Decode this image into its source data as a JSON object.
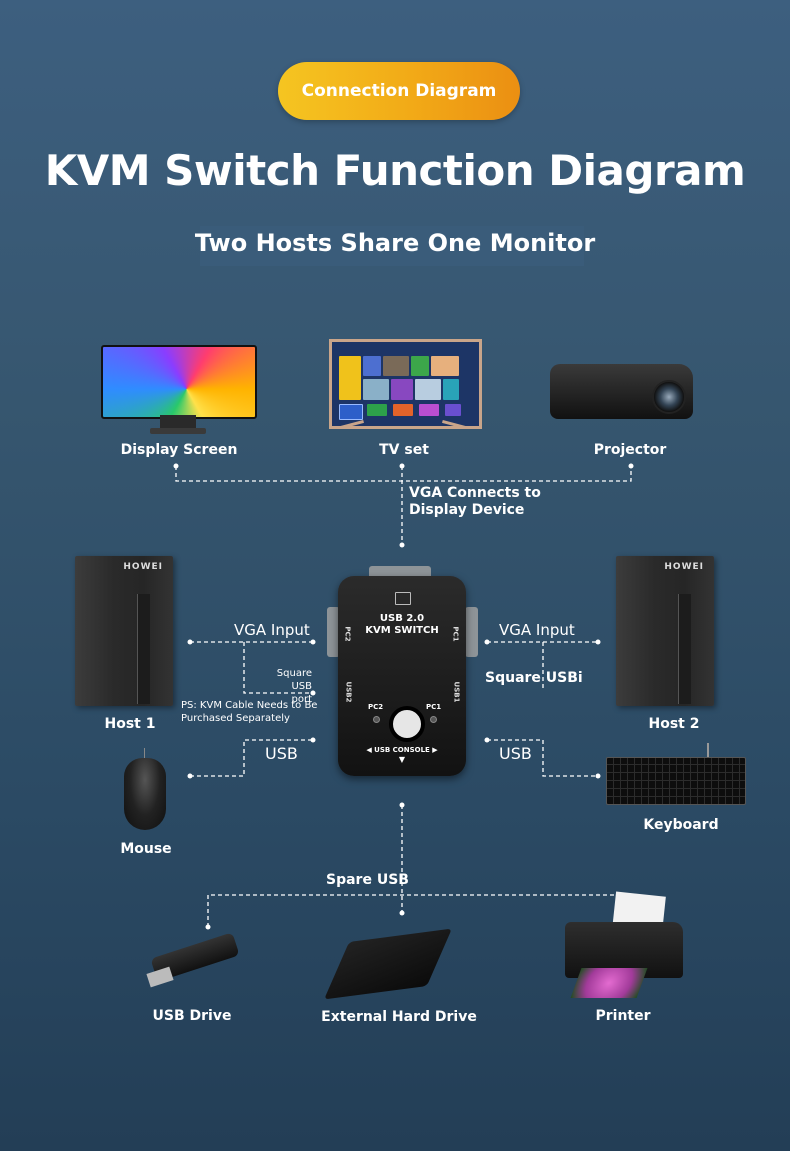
{
  "header": {
    "badge": "Connection Diagram",
    "title": "KVM Switch Function Diagram",
    "subtitle": "Two Hosts Share One Monitor"
  },
  "colors": {
    "background_top": "#3d5f7f",
    "background_bottom": "#233e56",
    "badge_start": "#f5c521",
    "badge_end": "#eb8f12",
    "line": "#ffffff"
  },
  "display_devices": [
    {
      "label": "Display Screen",
      "icon": "monitor-icon"
    },
    {
      "label": "TV set",
      "icon": "tv-icon"
    },
    {
      "label": "Projector",
      "icon": "projector-icon"
    }
  ],
  "vga_output_note": [
    "VGA Connects to",
    "Display Device"
  ],
  "kvm": {
    "line1": "USB 2.0",
    "line2": "KVM SWITCH",
    "left_port_vga": "PC2",
    "right_port_vga": "PC1",
    "left_port_usb": "USB2",
    "right_port_usb": "USB1",
    "led_left": "PC2",
    "led_right": "PC1",
    "console_label": "USB CONSOLE",
    "brand_on_hosts": "HOWEI"
  },
  "hosts": [
    {
      "label": "Host 1",
      "icon": "pc-tower-icon"
    },
    {
      "label": "Host 2",
      "icon": "pc-tower-icon"
    }
  ],
  "left_connections": {
    "vga": "VGA Input",
    "usb_port": [
      "Square USB",
      "port"
    ],
    "note": [
      "PS: KVM Cable Needs to Be",
      "Purchased Separately"
    ],
    "usb": "USB"
  },
  "right_connections": {
    "vga": "VGA Input",
    "usb_port": "Square USBi",
    "usb": "USB"
  },
  "peripherals": [
    {
      "label": "Mouse",
      "icon": "mouse-icon"
    },
    {
      "label": "Keyboard",
      "icon": "keyboard-icon"
    }
  ],
  "spare_usb": {
    "label": "Spare USB",
    "devices": [
      {
        "label": "USB Drive",
        "icon": "usb-drive-icon"
      },
      {
        "label": "External Hard Drive",
        "icon": "hard-drive-icon"
      },
      {
        "label": "Printer",
        "icon": "printer-icon"
      }
    ]
  }
}
